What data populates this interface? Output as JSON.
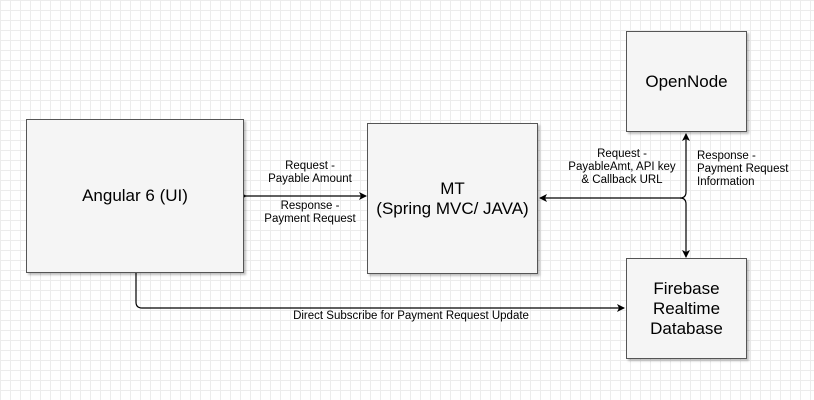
{
  "nodes": {
    "angular": "Angular 6 (UI)",
    "mt": "MT\n(Spring MVC/ JAVA)",
    "opennode": "OpenNode",
    "firebase": "Firebase\nRealtime\nDatabase"
  },
  "edges": {
    "request_payable": "Request -\nPayable Amount",
    "response_payment": "Response -\nPayment Request",
    "request_opennode": "Request -\nPayableAmt, API key\n& Callback URL",
    "response_opennode": "Response -\nPayment Request\nInformation",
    "direct_subscribe": "Direct Subscribe for Payment Request Update"
  }
}
